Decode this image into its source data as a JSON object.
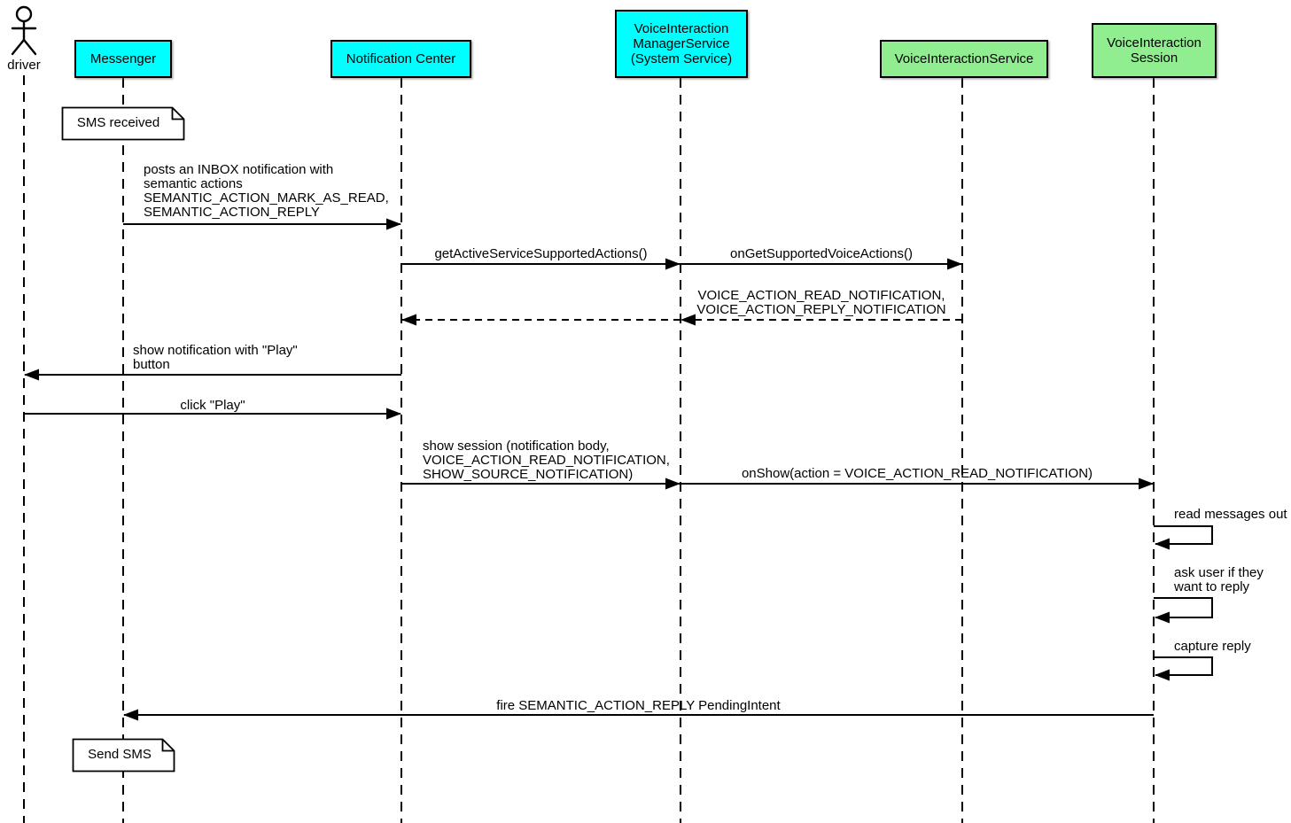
{
  "actor": {
    "label": "driver"
  },
  "participants": {
    "messenger": {
      "label": "Messenger",
      "color": "#00ffff"
    },
    "notification_center": {
      "label": "Notification Center",
      "color": "#00ffff"
    },
    "voice_interaction_manager_service": {
      "label": "VoiceInteraction\nManagerService\n(System Service)",
      "color": "#00ffff"
    },
    "voice_interaction_service": {
      "label": "VoiceInteractionService",
      "color": "#90ee90"
    },
    "voice_interaction_session": {
      "label": "VoiceInteraction\nSession",
      "color": "#90ee90"
    }
  },
  "notes": {
    "sms_received": "SMS received",
    "send_sms": "Send SMS"
  },
  "messages": {
    "post_inbox_notification": "posts an INBOX notification with\nsemantic actions\nSEMANTIC_ACTION_MARK_AS_READ,\nSEMANTIC_ACTION_REPLY",
    "get_active_service_supported_actions": "getActiveServiceSupportedActions()",
    "on_get_supported_voice_actions": "onGetSupportedVoiceActions()",
    "supported_actions_return": "VOICE_ACTION_READ_NOTIFICATION,\nVOICE_ACTION_REPLY_NOTIFICATION",
    "show_notification": "show notification with \"Play\"\nbutton",
    "click_play": "click \"Play\"",
    "show_session": "show session (notification body,\nVOICE_ACTION_READ_NOTIFICATION,\nSHOW_SOURCE_NOTIFICATION)",
    "on_show": "onShow(action = VOICE_ACTION_READ_NOTIFICATION)",
    "read_messages_out": "read messages out",
    "ask_user_if_reply": "ask user if they\nwant to reply",
    "capture_reply": "capture reply",
    "fire_pending_intent": "fire SEMANTIC_ACTION_REPLY PendingIntent"
  }
}
